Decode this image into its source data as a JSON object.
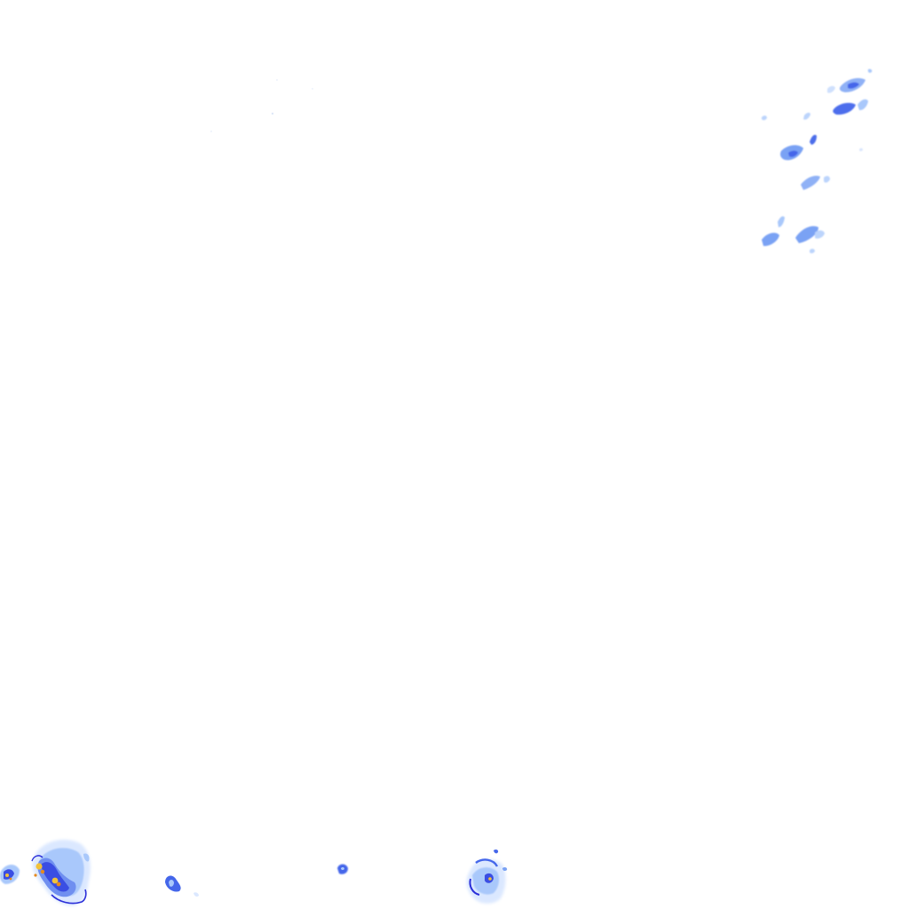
{
  "map": {
    "type": "weather-radar-overlay",
    "background_color": "#ffffff",
    "intensity_colors": {
      "very_light": "#dbe8ff",
      "light": "#a9c8fb",
      "moderate_light": "#7aa2f4",
      "moderate": "#4466ea",
      "heavy": "#2b2fd9",
      "very_heavy": "#f2c23a",
      "extreme": "#e58a1f"
    },
    "echo_regions": [
      {
        "name": "northeast-cluster",
        "max_intensity": "moderate"
      },
      {
        "name": "southwest-storm-cell",
        "max_intensity": "very_heavy"
      },
      {
        "name": "south-west-small-cell",
        "max_intensity": "heavy"
      },
      {
        "name": "south-central-small-cell",
        "max_intensity": "moderate"
      },
      {
        "name": "south-central-storm-cell",
        "max_intensity": "heavy"
      }
    ]
  }
}
